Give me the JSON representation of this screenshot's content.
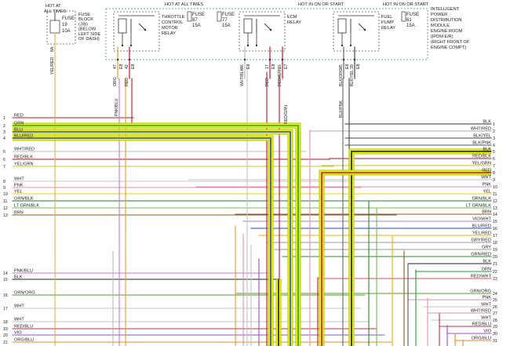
{
  "header": {
    "hot_at_all_times_left": "HOT AT ALL TIMES",
    "hot_at_all_times_mid": "HOT AT ALL TIMES",
    "hot_on_or_start_1": "HOT IN ON OR START",
    "hot_on_or_start_2": "HOT IN ON OR START"
  },
  "fuse_block": {
    "fuse": "FUSE",
    "number": "19",
    "amps": "10A",
    "caption": [
      "FUSE",
      "BLOCK",
      "(J/B)",
      "(BELOW",
      "LEFT SIDE",
      "OF DASH)"
    ],
    "wire": "YEL/RED",
    "pin": "8A"
  },
  "relays": [
    {
      "fuse": "FUSE",
      "number": "87",
      "amps": "15A",
      "name": [
        "THROTTLE",
        "CONTROL",
        "MOTOR",
        "RELAY"
      ]
    },
    {
      "fuse": "FUSE",
      "number": "77",
      "amps": "15A",
      "name": [
        "ECM",
        "RELAY"
      ]
    },
    {
      "fuse": "FUSE",
      "number": "61",
      "amps": "15A",
      "name": [
        "FUEL",
        "PUMP",
        "RELAY"
      ]
    }
  ],
  "ipdm_caption": [
    "INTELLIGENT",
    "POWER",
    "DISTRIBUTION",
    "MODULE",
    "ENGINE ROOM",
    "(IPDM E/R)",
    "(RIGHT FRONT OF",
    "ENGINE COMPT)"
  ],
  "ipdm_pins": [
    {
      "num": "47",
      "conn": "E8",
      "wire": "ORG"
    },
    {
      "num": "42",
      "conn": "E8",
      "wire": "RED"
    },
    {
      "num": "46",
      "conn": "E8",
      "wire": "WHT/BLK"
    },
    {
      "num": "17",
      "conn": "E8",
      "wire": "RED"
    },
    {
      "num": "16",
      "conn": "E7",
      "wire": "RED/GRN"
    },
    {
      "num": "45",
      "conn": "E8",
      "wire": "BLK/ORG"
    },
    {
      "num": "39",
      "conn": "E8",
      "wire": "BLK/YEL"
    }
  ],
  "mid_labels": {
    "pnk_blu": "PNK/BLU",
    "red_grn": "RED/GRN",
    "blk_pnk": "BLK/PNK"
  },
  "left_wires": [
    {
      "num": "1",
      "label": "RED",
      "color": "#c8102e"
    },
    {
      "num": "2",
      "label": "GRN",
      "color": "#1f9c3a"
    },
    {
      "num": "3",
      "label": "BLU",
      "color": "#1f4fd6"
    },
    {
      "num": "4",
      "label": "BLU/RED",
      "color": "#2b46c0"
    },
    {
      "num": "5",
      "label": "WHT/RED",
      "color": "#bfbfbf"
    },
    {
      "num": "6",
      "label": "RED/BLK",
      "color": "#b0102a"
    },
    {
      "num": "7",
      "label": "YEL/GRN",
      "color": "#c8c820"
    },
    {
      "num": "8",
      "label": "WHT",
      "color": "#c4c4c4"
    },
    {
      "num": "9",
      "label": "PNK",
      "color": "#e88fb0"
    },
    {
      "num": "10",
      "label": "YEL",
      "color": "#e6d400"
    },
    {
      "num": "11",
      "label": "GRN/BLK",
      "color": "#1f7a30"
    },
    {
      "num": "12",
      "label": "LT GRN/BLK",
      "color": "#6cc04a"
    },
    {
      "num": "13",
      "label": "BRN",
      "color": "#8b5a2b"
    },
    {
      "num": "14",
      "label": "PNK/BLU",
      "color": "#c77bd0"
    },
    {
      "num": "15",
      "label": "BLK",
      "color": "#222222"
    },
    {
      "num": "16",
      "label": "GRN/ORG",
      "color": "#5a9c2a"
    },
    {
      "num": "17",
      "label": "WHT",
      "color": "#c4c4c4"
    },
    {
      "num": "18",
      "label": "WHT",
      "color": "#c4c4c4"
    },
    {
      "num": "19",
      "label": "RED/BLU",
      "color": "#c0304a"
    },
    {
      "num": "20",
      "label": "VIO",
      "color": "#9b4fc9"
    },
    {
      "num": "21",
      "label": "ORG/BLU",
      "color": "#e88a2a"
    }
  ],
  "right_wires": [
    {
      "num": "1",
      "label": "BLK",
      "color": "#333333"
    },
    {
      "num": "2",
      "label": "WHT/RED",
      "color": "#c6a0a0"
    },
    {
      "num": "3",
      "label": "BLK/YEL",
      "color": "#444444"
    },
    {
      "num": "4",
      "label": "BLK/PNK",
      "color": "#555555"
    },
    {
      "num": "5",
      "label": "BLK",
      "color": "#111111"
    },
    {
      "num": "6",
      "label": "RED/BLK",
      "color": "#b0102a"
    },
    {
      "num": "7",
      "label": "YEL/GRN",
      "color": "#c8c820"
    },
    {
      "num": "8",
      "label": "RED",
      "color": "#c8102e"
    },
    {
      "num": "9",
      "label": "WHT",
      "color": "#c4c4c4"
    },
    {
      "num": "10",
      "label": "PNK",
      "color": "#e88fb0"
    },
    {
      "num": "11",
      "label": "YEL",
      "color": "#e6d400"
    },
    {
      "num": "12",
      "label": "GRN/BLK",
      "color": "#1f7a30"
    },
    {
      "num": "13",
      "label": "LT GRN/BLK",
      "color": "#6cc04a"
    },
    {
      "num": "14",
      "label": "BRN",
      "color": "#8b5a2b"
    },
    {
      "num": "15",
      "label": "VIO/WHT",
      "color": "#b07fd6"
    },
    {
      "num": "16",
      "label": "BLU/RED",
      "color": "#2b46c0"
    },
    {
      "num": "17",
      "label": "YEL/RED",
      "color": "#e6b400"
    },
    {
      "num": "18",
      "label": "GRY/RED",
      "color": "#999999"
    },
    {
      "num": "19",
      "label": "GRY",
      "color": "#9a9a9a"
    },
    {
      "num": "20",
      "label": "GRN/RED",
      "color": "#2f8a2f"
    },
    {
      "num": "21",
      "label": "BLK",
      "color": "#222222"
    },
    {
      "num": "22",
      "label": "GRN",
      "color": "#1f9c3a"
    },
    {
      "num": "23",
      "label": "RED/WHT",
      "color": "#d0505a"
    },
    {
      "num": "24",
      "label": "GRN/ORG",
      "color": "#5a9c2a"
    },
    {
      "num": "25",
      "label": "PNK",
      "color": "#e88fb0"
    },
    {
      "num": "26",
      "label": "WHT",
      "color": "#c4c4c4"
    },
    {
      "num": "27",
      "label": "WHT/RED",
      "color": "#c6a0a0"
    },
    {
      "num": "28",
      "label": "WHT",
      "color": "#c4c4c4"
    },
    {
      "num": "29",
      "label": "RED/BLU",
      "color": "#c0304a"
    },
    {
      "num": "30",
      "label": "VIO",
      "color": "#9b4fc9"
    },
    {
      "num": "31",
      "label": "ORG/BLU",
      "color": "#e88a2a"
    }
  ],
  "colors": {
    "highlight": "#f5f500",
    "highlight_outline": "#a8c800",
    "ipdm_border": "#6aa0c8",
    "box_dash": "#555555"
  }
}
